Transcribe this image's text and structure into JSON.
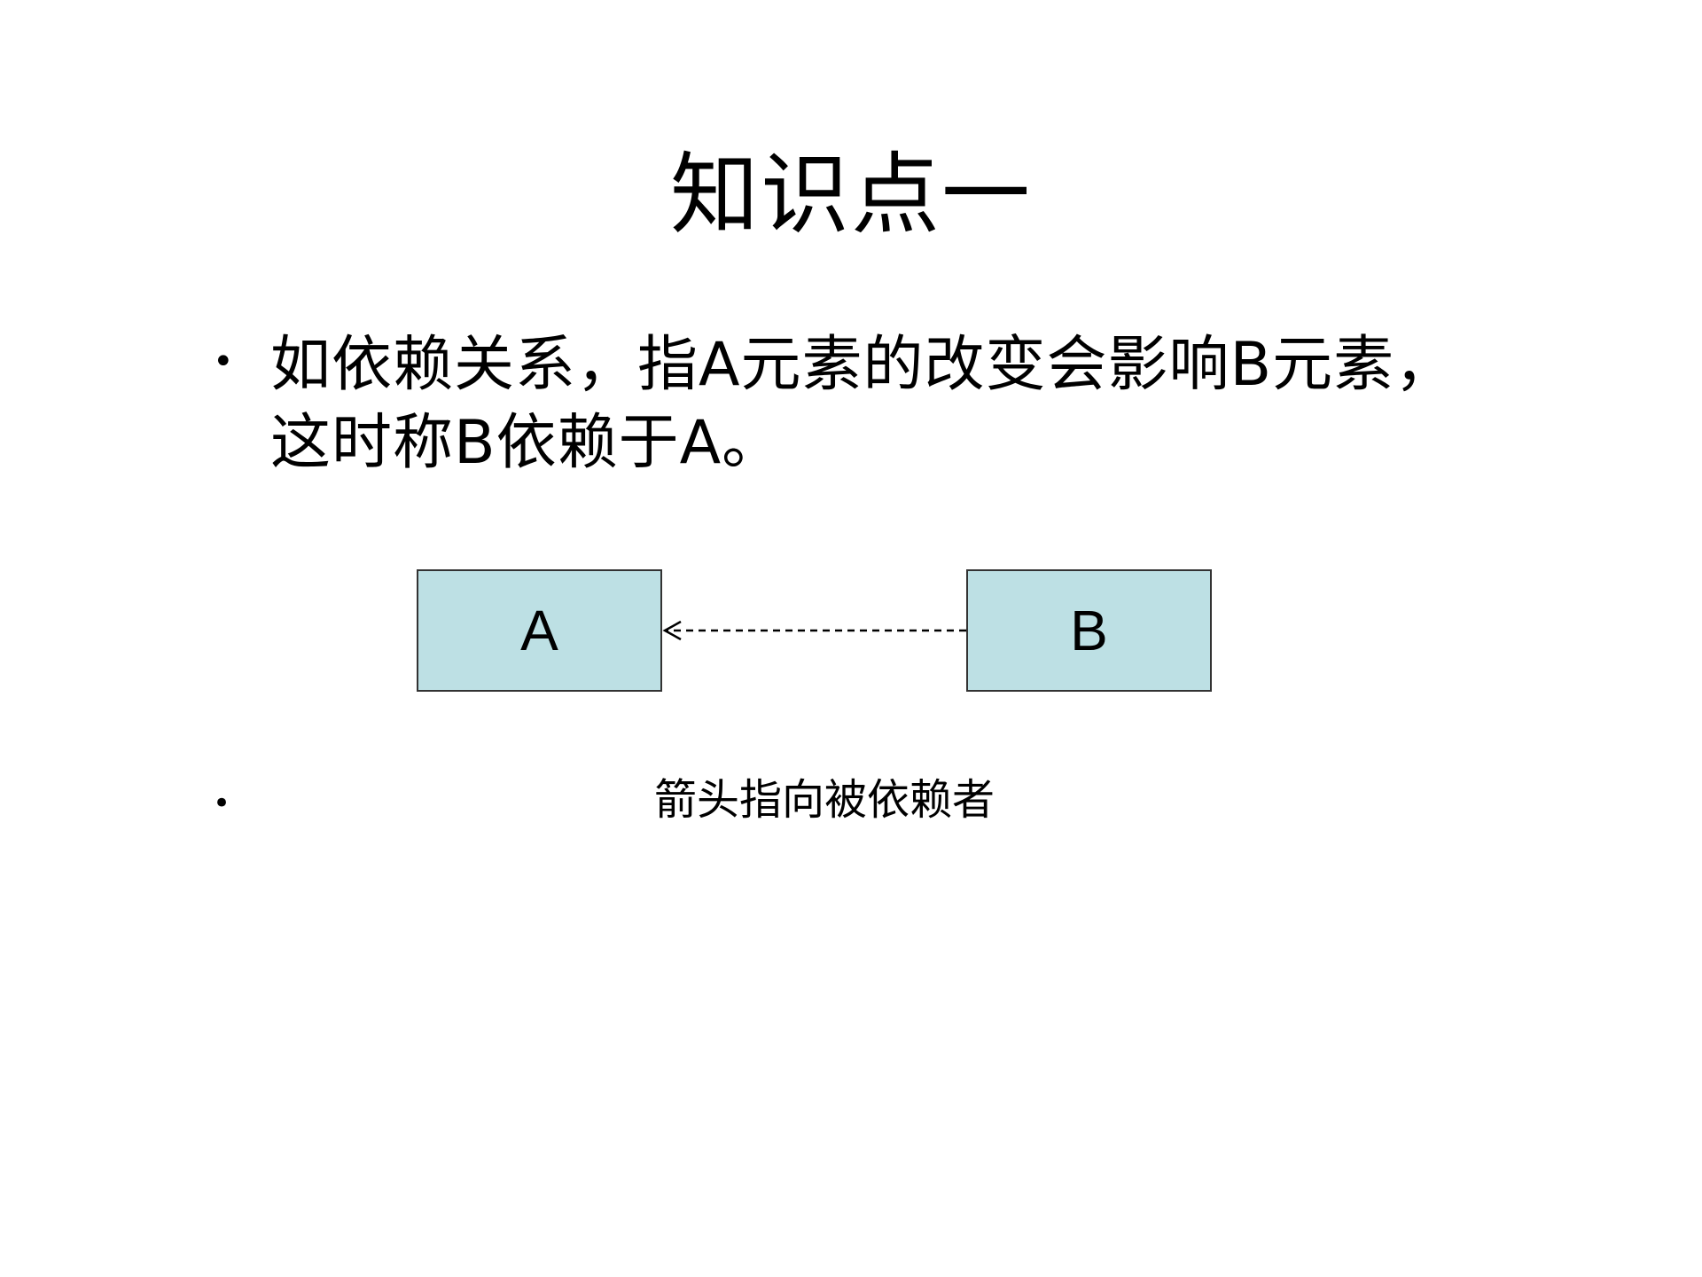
{
  "slide": {
    "title": "知识点一",
    "bullet_main": "如依赖关系，指A元素的改变会影响B元素，这时称B依赖于A。",
    "bullet_symbol": "•",
    "caption": "箭头指向被依赖者"
  },
  "diagram": {
    "node_a_label": "A",
    "node_b_label": "B",
    "node_fill": "#bde0e4",
    "edge_style": "dashed",
    "edge_direction": "B-to-A"
  }
}
